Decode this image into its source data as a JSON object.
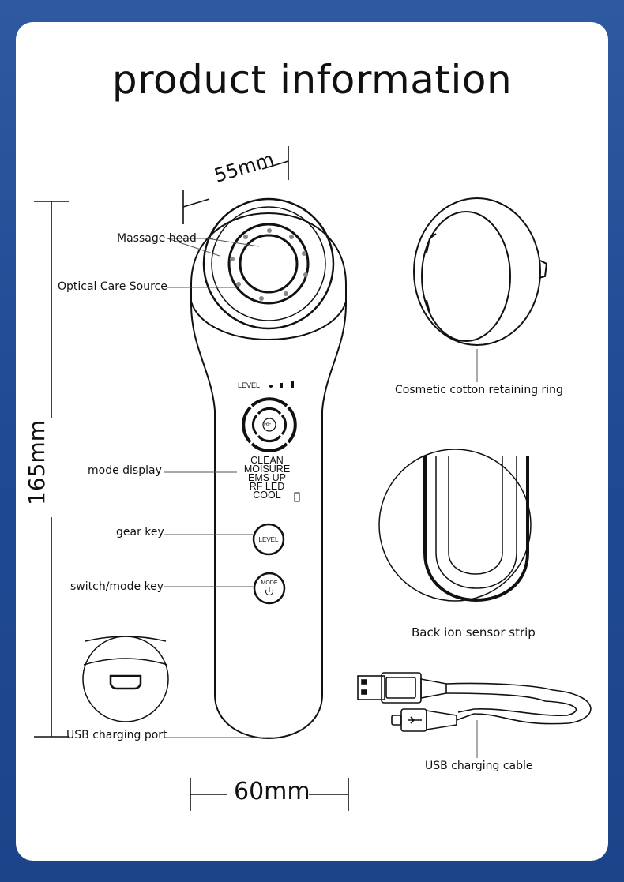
{
  "title": "product information",
  "dimensions": {
    "width_top": "55mm",
    "height": "165mm",
    "width_bottom": "60mm"
  },
  "callouts": {
    "massage_head": "Massage head",
    "optical_care_source": "Optical Care Source",
    "mode_display": "mode display",
    "gear_key": "gear key",
    "switch_mode_key": "switch/mode key",
    "usb_charging_port": "USB charging port",
    "cotton_ring": "Cosmetic cotton retaining ring",
    "ion_sensor": "Back ion sensor strip",
    "usb_cable": "USB charging cable"
  },
  "device_panel": {
    "level": "LEVEL",
    "rf": "RF",
    "modes": [
      "CLEAN",
      "MOISURE",
      "EMS UP",
      "RF LED",
      "COOL"
    ],
    "level_key": "LEVEL",
    "mode_key": "MODE"
  },
  "colors": {
    "background": "#2458a0",
    "card": "#ffffff",
    "ink": "#111111",
    "guide": "#555555"
  }
}
